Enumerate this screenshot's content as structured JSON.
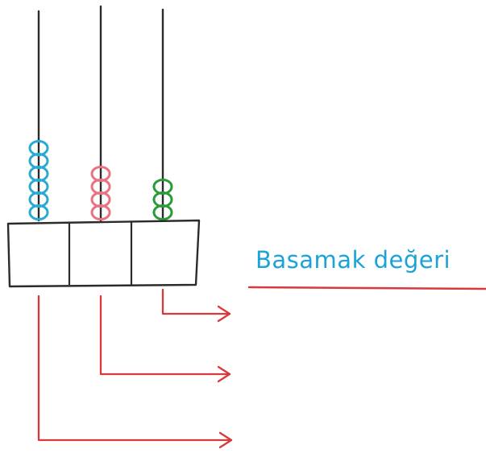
{
  "heading": {
    "text": "Basamak değeri",
    "text_color": "#1aa3d6",
    "underline_color": "#d8393b"
  },
  "abacus": {
    "frame_color": "#2b2b2b",
    "rods": [
      {
        "name": "rod-left",
        "bead_count": 6,
        "bead_color": "#29a9d4"
      },
      {
        "name": "rod-middle",
        "bead_count": 4,
        "bead_color": "#e8727f"
      },
      {
        "name": "rod-right",
        "bead_count": 3,
        "bead_color": "#2a9a3a"
      }
    ]
  },
  "arrows": {
    "color": "#d8393b",
    "count": 3
  }
}
